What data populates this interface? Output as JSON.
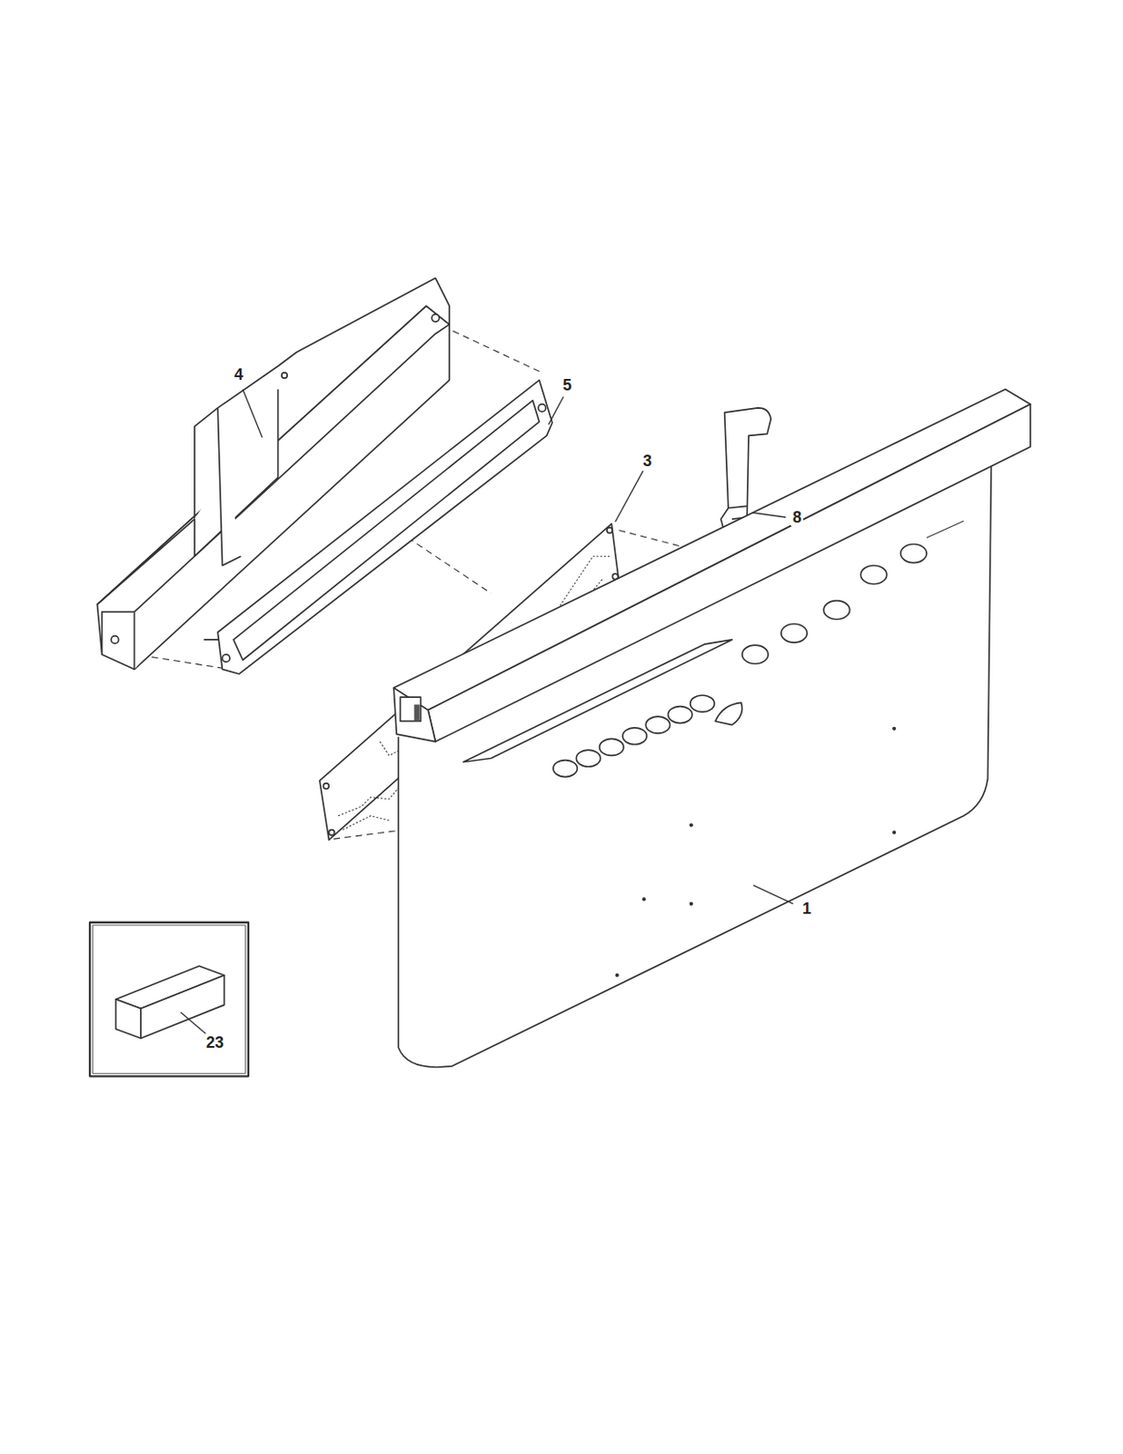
{
  "diagram": {
    "labels": [
      "4",
      "5",
      "3",
      "8",
      "1",
      "23"
    ]
  }
}
